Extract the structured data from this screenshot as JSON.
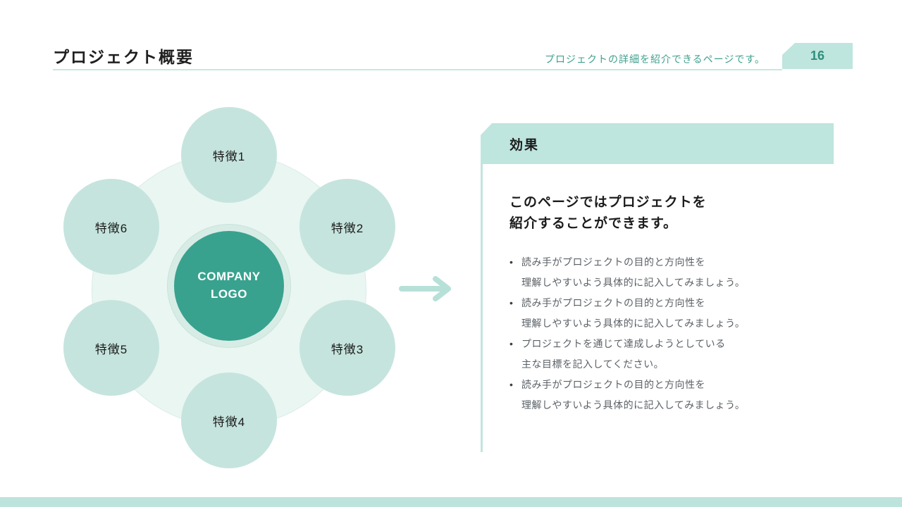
{
  "header": {
    "title": "プロジェクト概要",
    "subtitle": "プロジェクトの詳細を紹介できるページです。",
    "page_number": "16"
  },
  "diagram": {
    "center_label": "COMPANY\nLOGO",
    "nodes": [
      {
        "label": "特徴1"
      },
      {
        "label": "特徴2"
      },
      {
        "label": "特徴3"
      },
      {
        "label": "特徴4"
      },
      {
        "label": "特徴5"
      },
      {
        "label": "特徴6"
      }
    ]
  },
  "panel": {
    "header": "効果",
    "heading": "このページではプロジェクトを\n紹介することができます。",
    "bullets": [
      {
        "dot": "●",
        "text": "読み手がプロジェクトの目的と方向性を\n理解しやすいよう具体的に記入してみましょう。"
      },
      {
        "dot": "●",
        "text": "読み手がプロジェクトの目的と方向性を\n理解しやすいよう具体的に記入してみましょう。"
      },
      {
        "dot": "●",
        "text": "プロジェクトを通じて達成しようとしている\n主な目標を記入してください。"
      },
      {
        "dot": "●",
        "text": "読み手がプロジェクトの目的と方向性を\n理解しやすいよう具体的に記入してみましょう。"
      }
    ]
  },
  "colors": {
    "accent_teal": "#38a28e",
    "mint_band": "#bee5de",
    "node_fill": "#c5e4dd",
    "bg_circle_fill": "#eaf6f2",
    "subtitle_teal": "#3fa18c",
    "page_number_teal": "#2e8f7c",
    "text_dark": "#1b1b1b",
    "text_gray": "#5b6166",
    "bottom_strip": "#bce4dc",
    "arrow": "#b7e1d8"
  }
}
